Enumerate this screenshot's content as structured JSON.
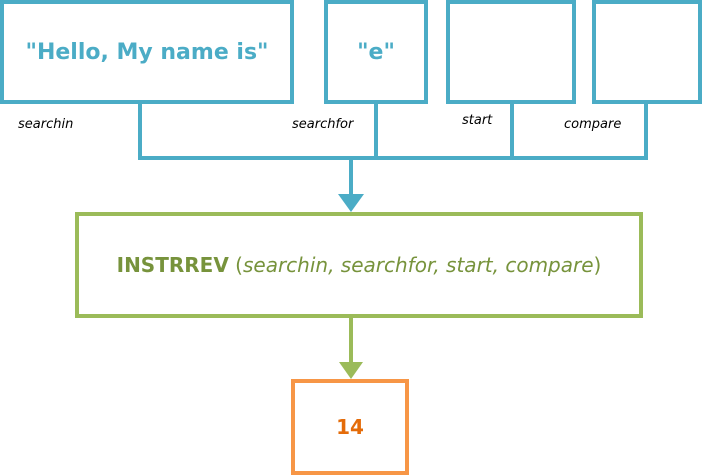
{
  "inputs": {
    "searchin": {
      "value": "\"Hello, My name is\"",
      "label": "searchin"
    },
    "searchfor": {
      "value": "\"e\"",
      "label": "searchfor"
    },
    "start": {
      "value": "",
      "label": "start"
    },
    "compare": {
      "value": "",
      "label": "compare"
    }
  },
  "function": {
    "name": "INSTRREV",
    "open_paren": " (",
    "args": "searchin, searchfor, start, compare",
    "close_paren": ")"
  },
  "result": {
    "value": "14"
  },
  "colors": {
    "input": "#4bacc6",
    "function": "#9bbb59",
    "function_text": "#77933c",
    "result": "#f79646",
    "result_text": "#e46c0a"
  }
}
